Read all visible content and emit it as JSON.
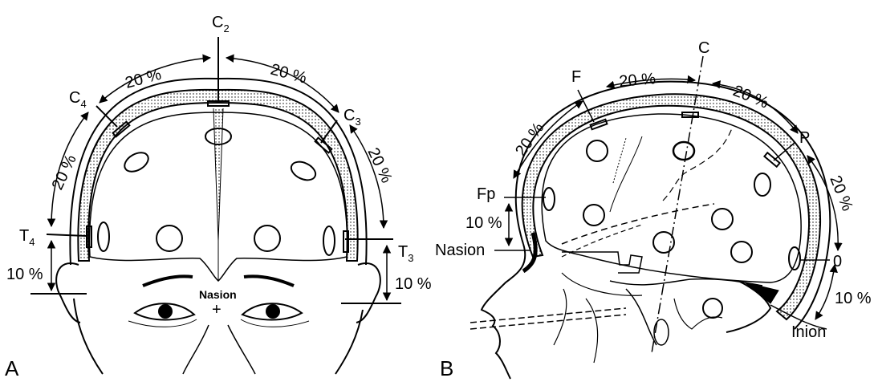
{
  "panel_a": {
    "letter": "A",
    "vertex_label": "C",
    "vertex_sub": "2",
    "left_central_label": "C",
    "left_central_sub": "4",
    "right_central_label": "C",
    "right_central_sub": "3",
    "left_temporal_label": "T",
    "left_temporal_sub": "4",
    "right_temporal_label": "T",
    "right_temporal_sub": "3",
    "pct_top_left": "20 %",
    "pct_top_right": "20 %",
    "pct_side_left": "20 %",
    "pct_side_right": "20 %",
    "pct_bottom_left": "10 %",
    "pct_bottom_right": "10 %",
    "nasion_label": "Nasion",
    "nasion_mark": "+"
  },
  "panel_b": {
    "letter": "B",
    "central_label": "C",
    "frontal_label": "F",
    "parietal_label": "P",
    "frontopolar_label": "Fp",
    "occipital_label": "0",
    "nasion_label": "Nasion",
    "inion_label": "Inion",
    "pct_front_arc": "20 %",
    "pct_top_left": "20 %",
    "pct_top_right": "20 %",
    "pct_back_arc": "20 %",
    "pct_fp_nasion": "10 %",
    "pct_inion": "10 %"
  }
}
